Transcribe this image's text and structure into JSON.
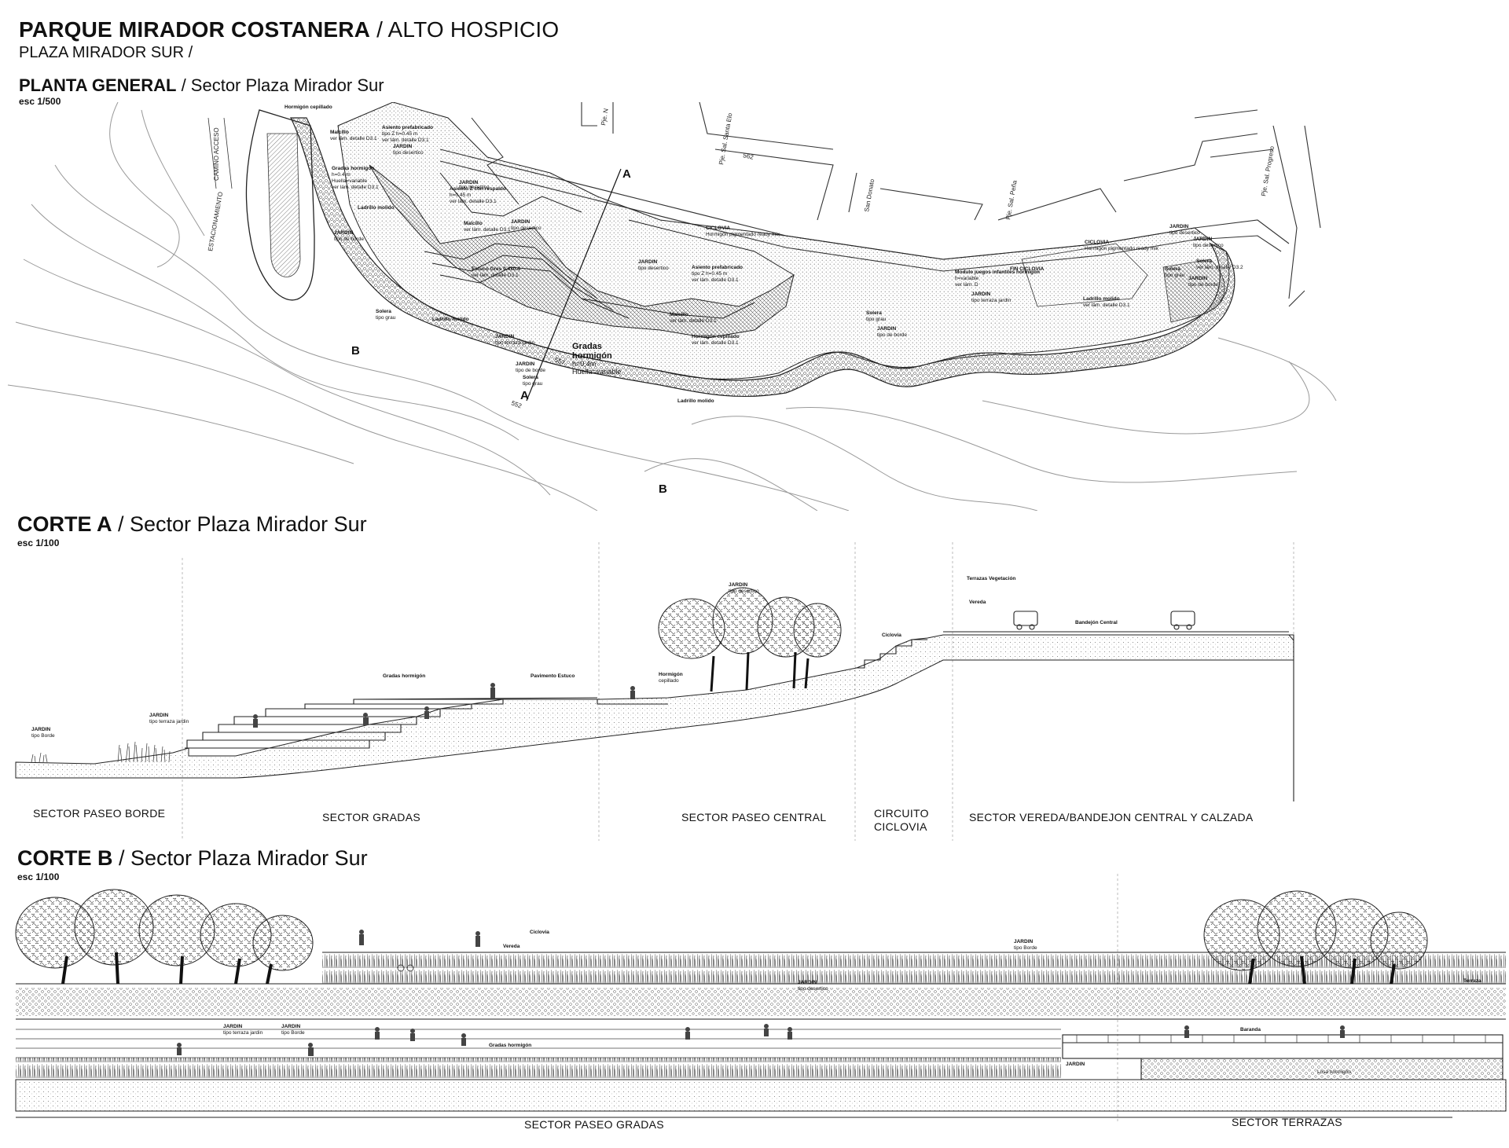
{
  "header": {
    "project": "PARQUE MIRADOR COSTANERA",
    "city": "/ ALTO HOSPICIO",
    "subtitle": "PLAZA MIRADOR SUR /"
  },
  "planta": {
    "title": "PLANTA GENERAL",
    "sector": "/ Sector Plaza Mirador Sur",
    "scale": "esc 1/500",
    "streets": [
      "Pje. N",
      "Pje. Sal. Santa Elo",
      "San Donato",
      "Pje. Sal. Peña",
      "Pje. Sal. Progreso"
    ],
    "access": [
      "CAMINO ACCESO",
      "ESTACIONAMIENTO"
    ],
    "contours": [
      "562",
      "557",
      "552"
    ],
    "section_marks": {
      "a": "A",
      "b": "B"
    },
    "labels": {
      "hormigon_cepillado": "Hormigón cepillado",
      "malcillo": "Malcillo",
      "malcillo_ver": "ver lám. detalle D3.1",
      "asiento_prefab": "Asiento prefabricado",
      "asiento_prefab_tipo": "tipo Z h=0.45 m",
      "asiento_prefab_ver": "ver lám. detalle D3.1",
      "jardin": "JARDIN",
      "tipo_desertico": "tipo desertico",
      "gradas_hormigon": "Gradas hormigón",
      "gradas_h": "h=0.4 m",
      "gradas_huella": "Huella=variable",
      "gradas_ver": "ver lám. detalle D3.1",
      "asiento_z": "Asiento Z con respaldo",
      "asiento_z_h": "h=0.45 m",
      "asiento_z_ver": "ver lám. detalle D3.1",
      "ladrillo_molido": "Ladrillo molido",
      "jardin_borde": "tipo de borde",
      "malcillo2": "Malcillo",
      "malcillo2_ver": "ver lám. detalle D3.1",
      "ciclovia": "CICLOVIA",
      "ciclovia_desc": "Hormigón pigmentado ready mix",
      "estucco": "Estuco Gres 0.4x0.4",
      "estucco_ver": "ver lám. detalle D3.1",
      "solera": "Solera",
      "solera_tipo": "tipo grau",
      "jardin_terraza": "tipo terraza jardin",
      "gradas_grande_1": "Gradas",
      "gradas_grande_2": "hormigón",
      "gradas_grande_3": "h=0,4m",
      "gradas_grande_4": "Huella=variable",
      "hormigon_cep2": "Hormigón cepillado",
      "fin_ciclovia": "FIN CICLOVIA",
      "modulo": "Modulo juegos infantiles hormigón",
      "modulo_h": "h=variable",
      "modulo_ver": "ver lám. D",
      "ciclovia2": "CICLOVIA",
      "ciclovia2_desc": "Hormigón pigmentado ready mix",
      "ladrillo2": "Ladrillo molido",
      "ladrillo2_ver": "ver lám. detalle D3.1",
      "solera2": "Solera",
      "solera2_ver": "ver lám. detalle D3.2"
    }
  },
  "corte_a": {
    "title": "CORTE A",
    "sector": "/ Sector Plaza Mirador Sur",
    "scale": "esc 1/100",
    "labels": {
      "jardin_borde": "JARDIN",
      "jardin_borde_t": "tipo Borde",
      "jardin_terraza": "JARDIN",
      "jardin_terraza_t": "tipo terraza jardin",
      "gradas": "Gradas hormigón",
      "pavimento": "Pavimento Estuco",
      "jardin_des": "JARDIN",
      "jardin_des_t": "tipo desertico",
      "hormigon": "Hormigón",
      "hormigon_t": "cepillado",
      "terrazas": "Terrazas Vegetación",
      "vereda": "Vereda",
      "ciclovia": "Ciclovia",
      "bandejon": "Bandejón Central"
    },
    "sectors": [
      "SECTOR PASEO BORDE",
      "SECTOR GRADAS",
      "SECTOR PASEO CENTRAL",
      "CIRCUITO",
      "CICLOVIA",
      "SECTOR VEREDA/BANDEJON CENTRAL Y CALZADA"
    ]
  },
  "corte_b": {
    "title": "CORTE B",
    "sector": "/ Sector Plaza Mirador Sur",
    "scale": "esc 1/100",
    "labels": {
      "ciclovia": "Ciclovia",
      "vereda": "Vereda",
      "jardin_borde": "JARDIN",
      "jardin_borde_t": "tipo Borde",
      "jardin_des": "JARDIN",
      "jardin_des_t": "tipo desertico",
      "terraza": "Terraza",
      "jardin_terr": "JARDIN",
      "jardin_terr_t": "tipo terraza jardin",
      "jardin_borde2": "JARDIN",
      "jardin_borde2_t": "tipo Borde",
      "gradas": "Gradas hormigón",
      "baranda": "Baranda",
      "jardin_low": "JARDIN",
      "hormigon_low": "Losa hormigón"
    },
    "sectors": [
      "SECTOR PASEO GRADAS",
      "SECTOR TERRAZAS"
    ]
  }
}
